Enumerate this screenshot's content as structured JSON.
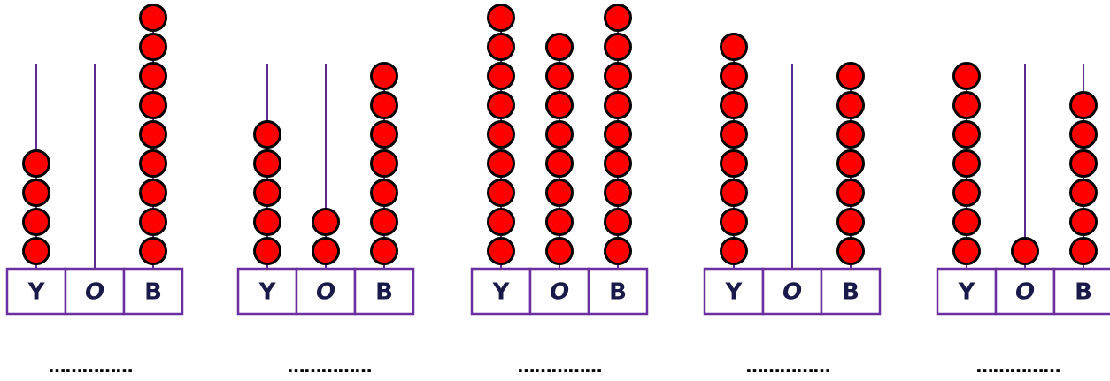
{
  "column_labels": [
    "Y",
    "O",
    "B"
  ],
  "answer_blank": "……………",
  "abaci": [
    {
      "beads": [
        4,
        0,
        9
      ]
    },
    {
      "beads": [
        5,
        2,
        7
      ]
    },
    {
      "beads": [
        9,
        8,
        9
      ]
    },
    {
      "beads": [
        8,
        0,
        7
      ]
    },
    {
      "beads": [
        7,
        1,
        6
      ]
    }
  ],
  "colors": {
    "bead": "#ff0000",
    "bead_outline": "#000000",
    "rod": "#5b2a8c",
    "frame": "#6a2fa0",
    "label": "#1a1a4a"
  }
}
